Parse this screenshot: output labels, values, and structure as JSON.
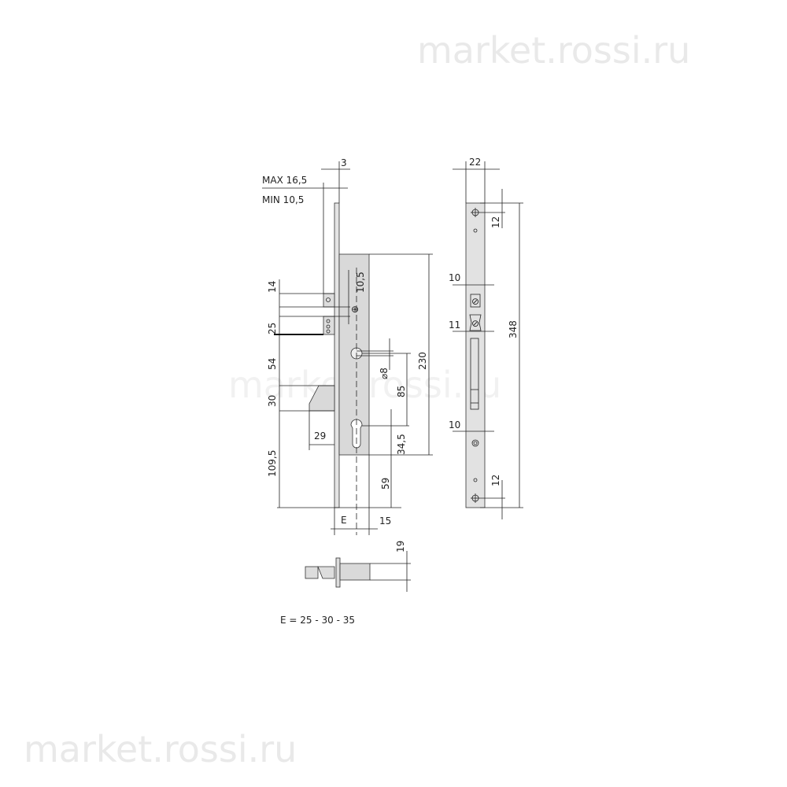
{
  "watermark": {
    "top": "market.rossi.ru",
    "center": "market.rossi.ru",
    "bottom": "market.rossi.ru"
  },
  "side_view": {
    "faceplate_thickness": "3",
    "max_label": "MAX 16,5",
    "min_label": "MIN 10,5",
    "dim_14": "14",
    "dim_25": "25",
    "dim_54": "54",
    "dim_30": "30",
    "dim_109_5": "109,5",
    "dim_29": "29",
    "dim_10_5": "10,5",
    "dim_diameter_8": "⌀8",
    "dim_85": "85",
    "dim_230": "230",
    "dim_34_5": "34,5",
    "dim_59": "59",
    "dim_e": "E",
    "dim_15": "15"
  },
  "striker_plate": {
    "dim_22": "22",
    "dim_12_top": "12",
    "dim_10_top": "10",
    "dim_11": "11",
    "dim_348": "348",
    "dim_10_bottom": "10",
    "dim_12_bottom": "12"
  },
  "top_view": {
    "dim_19": "19"
  },
  "backset_note": "E =  25 - 30 - 35"
}
